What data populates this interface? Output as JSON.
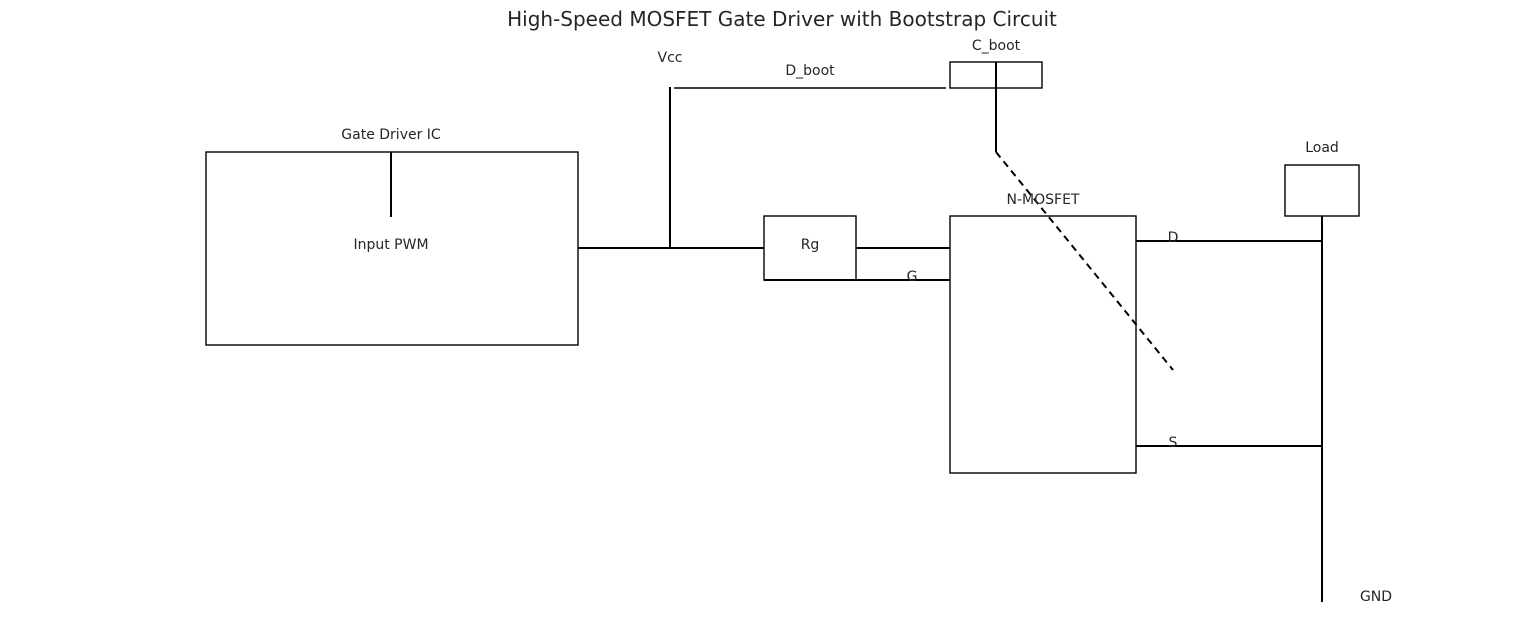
{
  "title": "High-Speed MOSFET Gate Driver with Bootstrap Circuit",
  "blocks": {
    "gate_driver": {
      "label": "Gate Driver IC",
      "inner_label": "Input PWM"
    },
    "rg": {
      "label": "Rg"
    },
    "mosfet": {
      "label": "N-MOSFET",
      "pins": {
        "gate": "G",
        "drain": "D",
        "source": "S"
      }
    },
    "c_boot": {
      "label": "C_boot"
    },
    "load": {
      "label": "Load"
    }
  },
  "nets": {
    "vcc": "Vcc",
    "d_boot": "D_boot",
    "gnd": "GND"
  }
}
